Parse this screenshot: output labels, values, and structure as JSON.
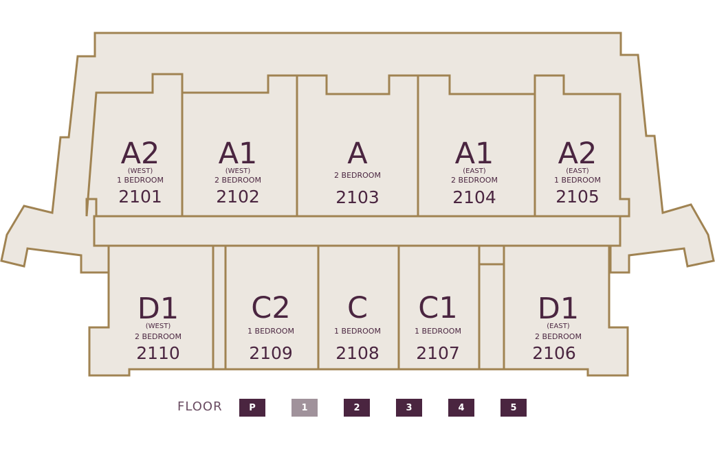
{
  "colors": {
    "unit_fill": "#ece7e0",
    "outline": "#a08352",
    "text": "#4a2540",
    "button": "#4a2540",
    "button_active": "#a0929b"
  },
  "units": [
    {
      "id": "2101",
      "type": "A2",
      "wing": "(WEST)",
      "beds": "1 BEDROOM"
    },
    {
      "id": "2102",
      "type": "A1",
      "wing": "(WEST)",
      "beds": "2 BEDROOM"
    },
    {
      "id": "2103",
      "type": "A",
      "wing": "",
      "beds": "2 BEDROOM"
    },
    {
      "id": "2104",
      "type": "A1",
      "wing": "(EAST)",
      "beds": "2 BEDROOM"
    },
    {
      "id": "2105",
      "type": "A2",
      "wing": "(EAST)",
      "beds": "1 BEDROOM"
    },
    {
      "id": "2106",
      "type": "D1",
      "wing": "(EAST)",
      "beds": "2 BEDROOM"
    },
    {
      "id": "2107",
      "type": "C1",
      "wing": "",
      "beds": "1 BEDROOM"
    },
    {
      "id": "2108",
      "type": "C",
      "wing": "",
      "beds": "1 BEDROOM"
    },
    {
      "id": "2109",
      "type": "C2",
      "wing": "",
      "beds": "1 BEDROOM"
    },
    {
      "id": "2110",
      "type": "D1",
      "wing": "(WEST)",
      "beds": "2 BEDROOM"
    }
  ],
  "floor_nav": {
    "label": "FLOOR",
    "active": "1",
    "floors": [
      "P",
      "1",
      "2",
      "3",
      "4",
      "5"
    ]
  }
}
